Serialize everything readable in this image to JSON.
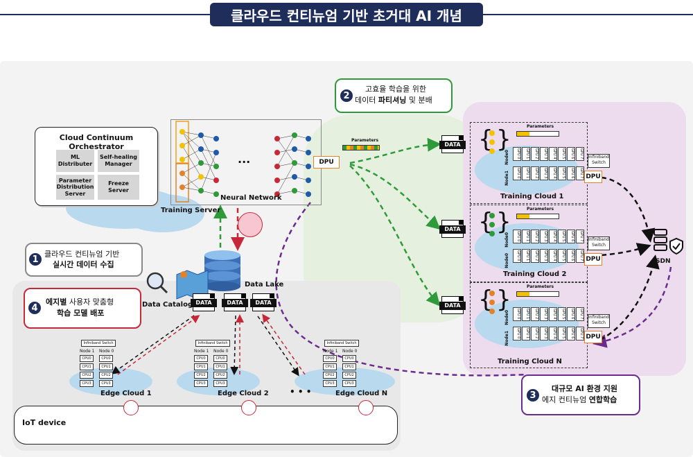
{
  "title": "클라우드 컨티뉴엄 기반 초거대 AI 개념",
  "orchestrator": {
    "title": "Cloud Continuum Orchestrator",
    "cells": [
      "ML\nDistributer",
      "Self-healing\nManager",
      "Parameter\nDistribution\nServer",
      "Freeze\nServer"
    ]
  },
  "training_server": {
    "label": "Training Server",
    "nn_label": "Neural Network",
    "ellipsis": "...",
    "dpu": "DPU"
  },
  "data_lake": {
    "label": "Data Lake",
    "catalog": "Data Catalog",
    "doc_tag": "DATA"
  },
  "callouts": {
    "c1": {
      "num": "1",
      "line1": "클라우드 컨티뉴엄 기반",
      "line2": "실시간 데이터 수집"
    },
    "c2": {
      "num": "2",
      "line1": "고효율 학습을 위한",
      "line2_plain": "데이터 ",
      "line2_bold": "파티셔닝",
      "line2_tail": " 및 분배"
    },
    "c3": {
      "num": "3",
      "line1": "대규모 AI 환경 지원",
      "line2_plain": "에지 컨티뉴엄 ",
      "line2_bold": "연합학습"
    },
    "c4": {
      "num": "4",
      "line1_bold": "에지별",
      "line1_plain": " 사용자 맞춤형",
      "line2": "학습 모델 배포"
    }
  },
  "parameters_label": "Parameters",
  "training_clouds": [
    {
      "label": "Training Cloud 1",
      "node0": "Node0",
      "node1": "Node1",
      "switch": "Infiniband Switch",
      "dpu": "DPU"
    },
    {
      "label": "Training Cloud 2",
      "node0": "Node0",
      "node1": "Node0",
      "switch": "Infiniband Switch",
      "dpu": "DPU"
    },
    {
      "label": "Training Cloud N",
      "node0": "Node0",
      "node1": "Node1",
      "switch": "Infiniband Switch",
      "dpu": "DPU"
    }
  ],
  "gpu_labels": [
    "GPU 0",
    "GPU 1",
    "GPU 2",
    "GPU 3",
    "GPU 4",
    "GPU 5",
    "GPU 6",
    "GPU 7"
  ],
  "sdn_label": "SDN",
  "edge_clouds": [
    {
      "label": "Edge Cloud 1",
      "switch": "Infiniband Switch",
      "node_a": "Node 1",
      "node_b": "Node 0"
    },
    {
      "label": "Edge Cloud 2",
      "switch": "Infiniband Switch",
      "node_a": "Node 1",
      "node_b": "Node 0"
    },
    {
      "label": "Edge Cloud N",
      "switch": "Infiniband Switch",
      "node_a": "Node 1",
      "node_b": "Node 0"
    }
  ],
  "cpu_labels": [
    "CPU0",
    "CPU1",
    "CPU2",
    "CPU3"
  ],
  "edge_ellipsis": "• • •",
  "iot_label": "IoT device",
  "colors": {
    "navy": "#1f2d5a",
    "green_line": "#2e9a3a",
    "red_line": "#c62839",
    "purple_line": "#6a2c8c",
    "dpu_orange": "#e0832a"
  }
}
